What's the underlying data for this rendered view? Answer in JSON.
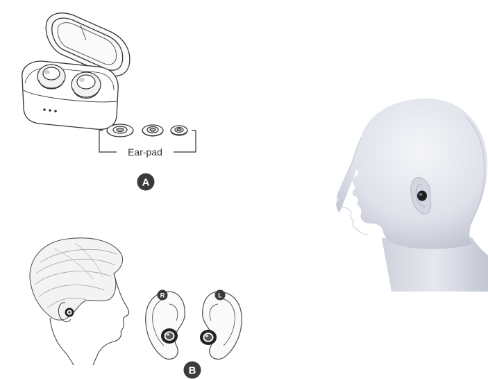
{
  "earpad_label": "Ear-pad",
  "badge_a": "A",
  "badge_b": "B",
  "badge_right": "R",
  "badge_left": "L",
  "colors": {
    "stroke": "#333333",
    "badge": "#3a3a3a",
    "head_fill": "#e3e6ee",
    "head_shadow": "#c5c9d6"
  }
}
